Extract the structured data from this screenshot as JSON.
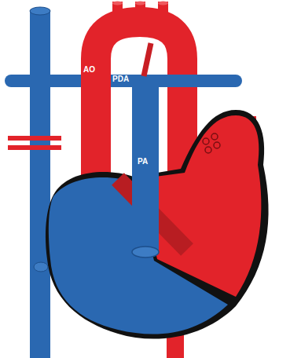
{
  "diagram": {
    "labels": [
      "AO",
      "PDA",
      "PA"
    ]
  }
}
